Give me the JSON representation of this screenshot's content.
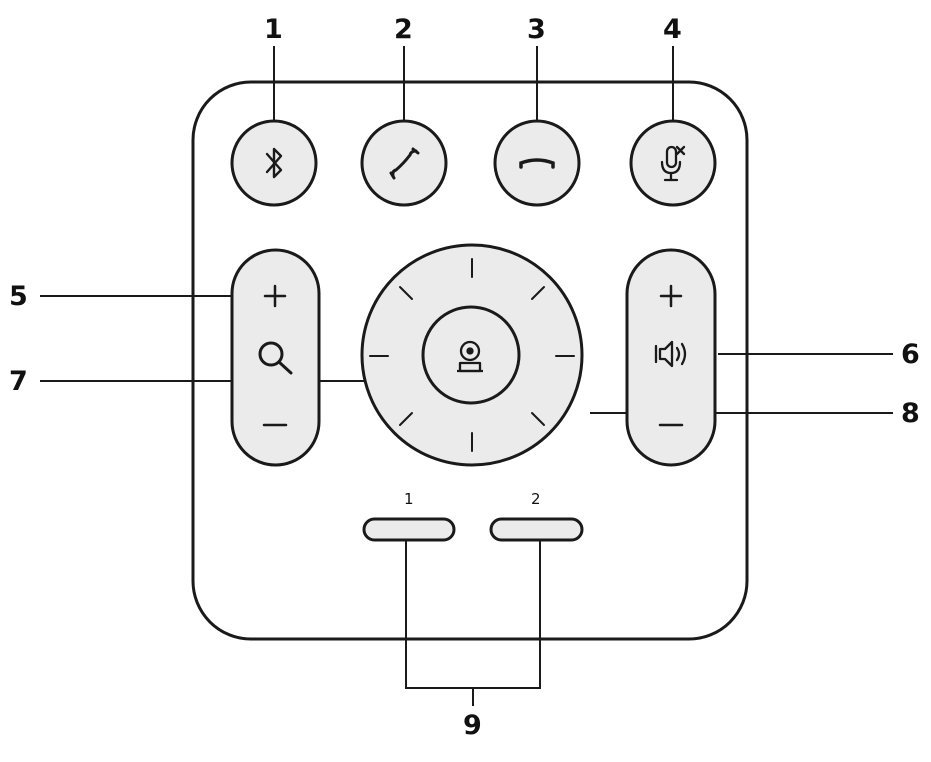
{
  "callouts": {
    "c1": "1",
    "c2": "2",
    "c3": "3",
    "c4": "4",
    "c5": "5",
    "c6": "6",
    "c7": "7",
    "c8": "8",
    "c9": "9"
  },
  "presets": {
    "p1": "1",
    "p2": "2"
  },
  "icons": {
    "bluetooth": "bluetooth-icon",
    "call": "phone-icon",
    "hangup": "hang-up-icon",
    "mute": "mic-mute-icon",
    "zoom_in": "plus-icon",
    "zoom": "magnifier-icon",
    "zoom_out": "minus-icon",
    "camera": "camera-home-icon",
    "vol_up": "plus-icon",
    "volume": "speaker-icon",
    "vol_down": "minus-icon"
  },
  "colors": {
    "stroke": "#1a1a1a",
    "fill": "#ebebeb",
    "body": "#ffffff"
  }
}
